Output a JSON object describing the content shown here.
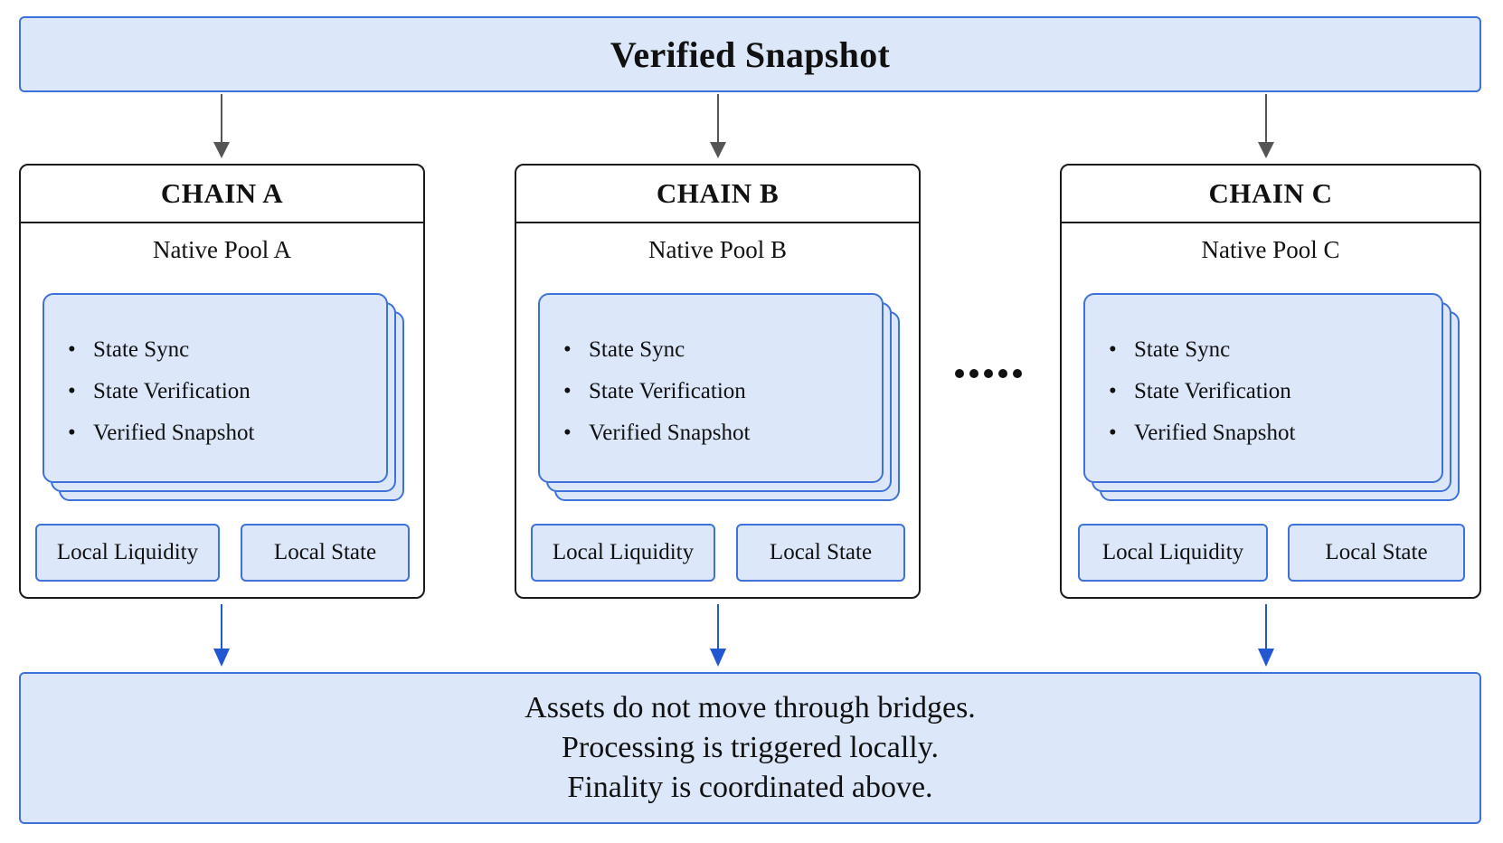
{
  "top_banner": {
    "title": "Verified Snapshot"
  },
  "chains": [
    {
      "title": "CHAIN A",
      "pool": "Native Pool A",
      "bullets": [
        "State Sync",
        "State Verification",
        "Verified Snapshot"
      ],
      "local_liquidity": "Local Liquidity",
      "local_state": "Local State"
    },
    {
      "title": "CHAIN B",
      "pool": "Native Pool B",
      "bullets": [
        "State Sync",
        "State Verification",
        "Verified Snapshot"
      ],
      "local_liquidity": "Local Liquidity",
      "local_state": "Local State"
    },
    {
      "title": "CHAIN C",
      "pool": "Native Pool C",
      "bullets": [
        "State Sync",
        "State Verification",
        "Verified Snapshot"
      ],
      "local_liquidity": "Local Liquidity",
      "local_state": "Local State"
    }
  ],
  "bottom_banner": {
    "lines": [
      "Assets do not move through bridges.",
      "Processing is triggered locally.",
      "Finality is coordinated above."
    ]
  },
  "colors": {
    "fill": "#dce7fa",
    "border_blue": "#3e72d8",
    "arrow_gray": "#555555",
    "arrow_blue": "#2157d0",
    "chain_border": "#1a1a1a"
  }
}
